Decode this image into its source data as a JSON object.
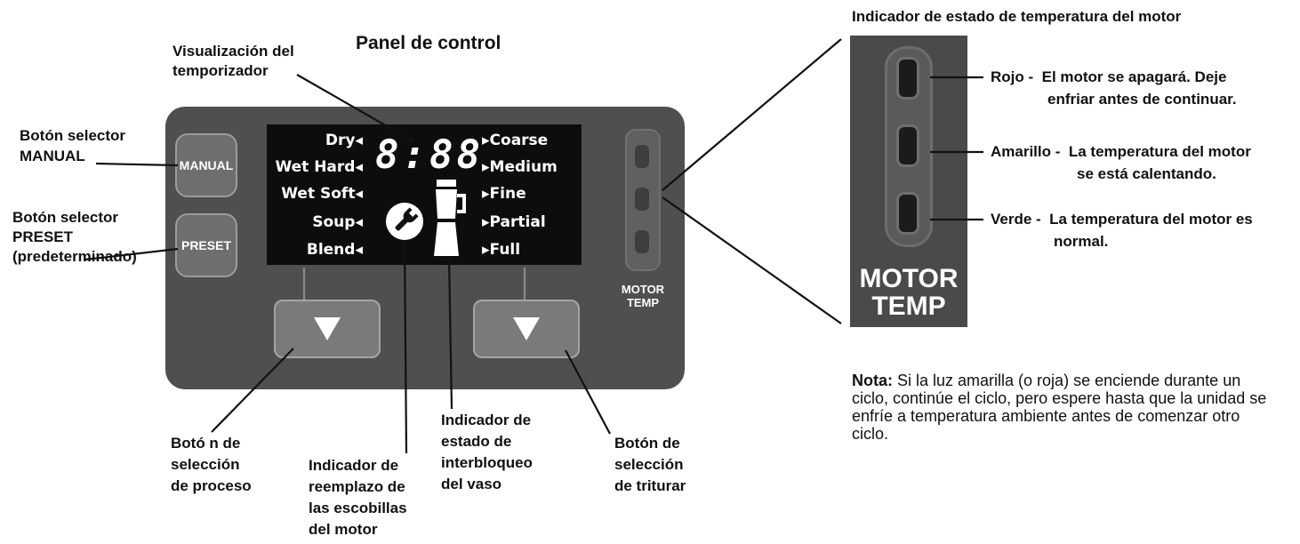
{
  "title": "Panel de control",
  "timer_label": [
    "Visualización del",
    "temporizador"
  ],
  "manual": {
    "label": [
      "Botón selector",
      "MANUAL"
    ],
    "button": "MANUAL"
  },
  "preset": {
    "label": [
      "Botón selector",
      "PRESET",
      "(predeterminado)"
    ],
    "button": "PRESET"
  },
  "screen": {
    "left_modes": [
      "Dry",
      "Wet Hard",
      "Wet Soft",
      "Soup",
      "Blend"
    ],
    "right_modes": [
      "Coarse",
      "Medium",
      "Fine",
      "Partial",
      "Full"
    ],
    "timer": "8:88",
    "icons": [
      "wrench-icon",
      "blender-jar-icon",
      "left-arrow-icon",
      "right-arrow-icon"
    ]
  },
  "motor_temp_small": [
    "MOTOR",
    "TEMP"
  ],
  "callouts_bottom": {
    "process": [
      "Botó n de",
      "selección",
      "de proceso"
    ],
    "brushes": [
      "Indicador de",
      "reemplazo de",
      "las escobillas",
      "del motor"
    ],
    "interlock": [
      "Indicador de",
      "estado de",
      "interbloqueo",
      "del vaso"
    ],
    "crush": [
      "Botón de",
      "selección",
      "de triturar"
    ]
  },
  "indicator": {
    "title": "Indicador de estado de temperatura del motor",
    "zoom_label": [
      "MOTOR",
      "TEMP"
    ],
    "states": [
      {
        "line1": "Rojo -  El motor se apagará. Deje",
        "line2": "enfriar antes de continuar."
      },
      {
        "line1": "Amarillo -  La temperatura del motor",
        "line2": "se está calentando."
      },
      {
        "line1": "Verde -  La temperatura del motor es",
        "line2": "normal."
      }
    ]
  },
  "note": {
    "bold": "Nota:",
    "text": " Si la luz amarilla (o roja) se enciende durante un ciclo, continúe el ciclo, pero espere hasta que la unidad se enfríe a temperatura ambiente antes de comenzar otro ciclo."
  },
  "colors": {
    "panel": "#4f4f4f",
    "screen": "#0d0d0d",
    "button": "#7a7a7a"
  }
}
